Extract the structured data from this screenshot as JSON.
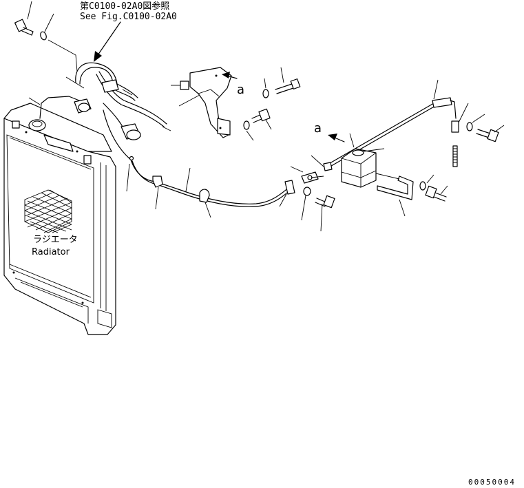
{
  "reference": {
    "line1": "第C0100-02A0図参照",
    "line2": "See Fig.C0100-02A0"
  },
  "view_markers": [
    "a",
    "a"
  ],
  "radiator": {
    "label_jp": "ラジエータ",
    "label_en": "Radiator"
  },
  "drawing_code": "00050004"
}
